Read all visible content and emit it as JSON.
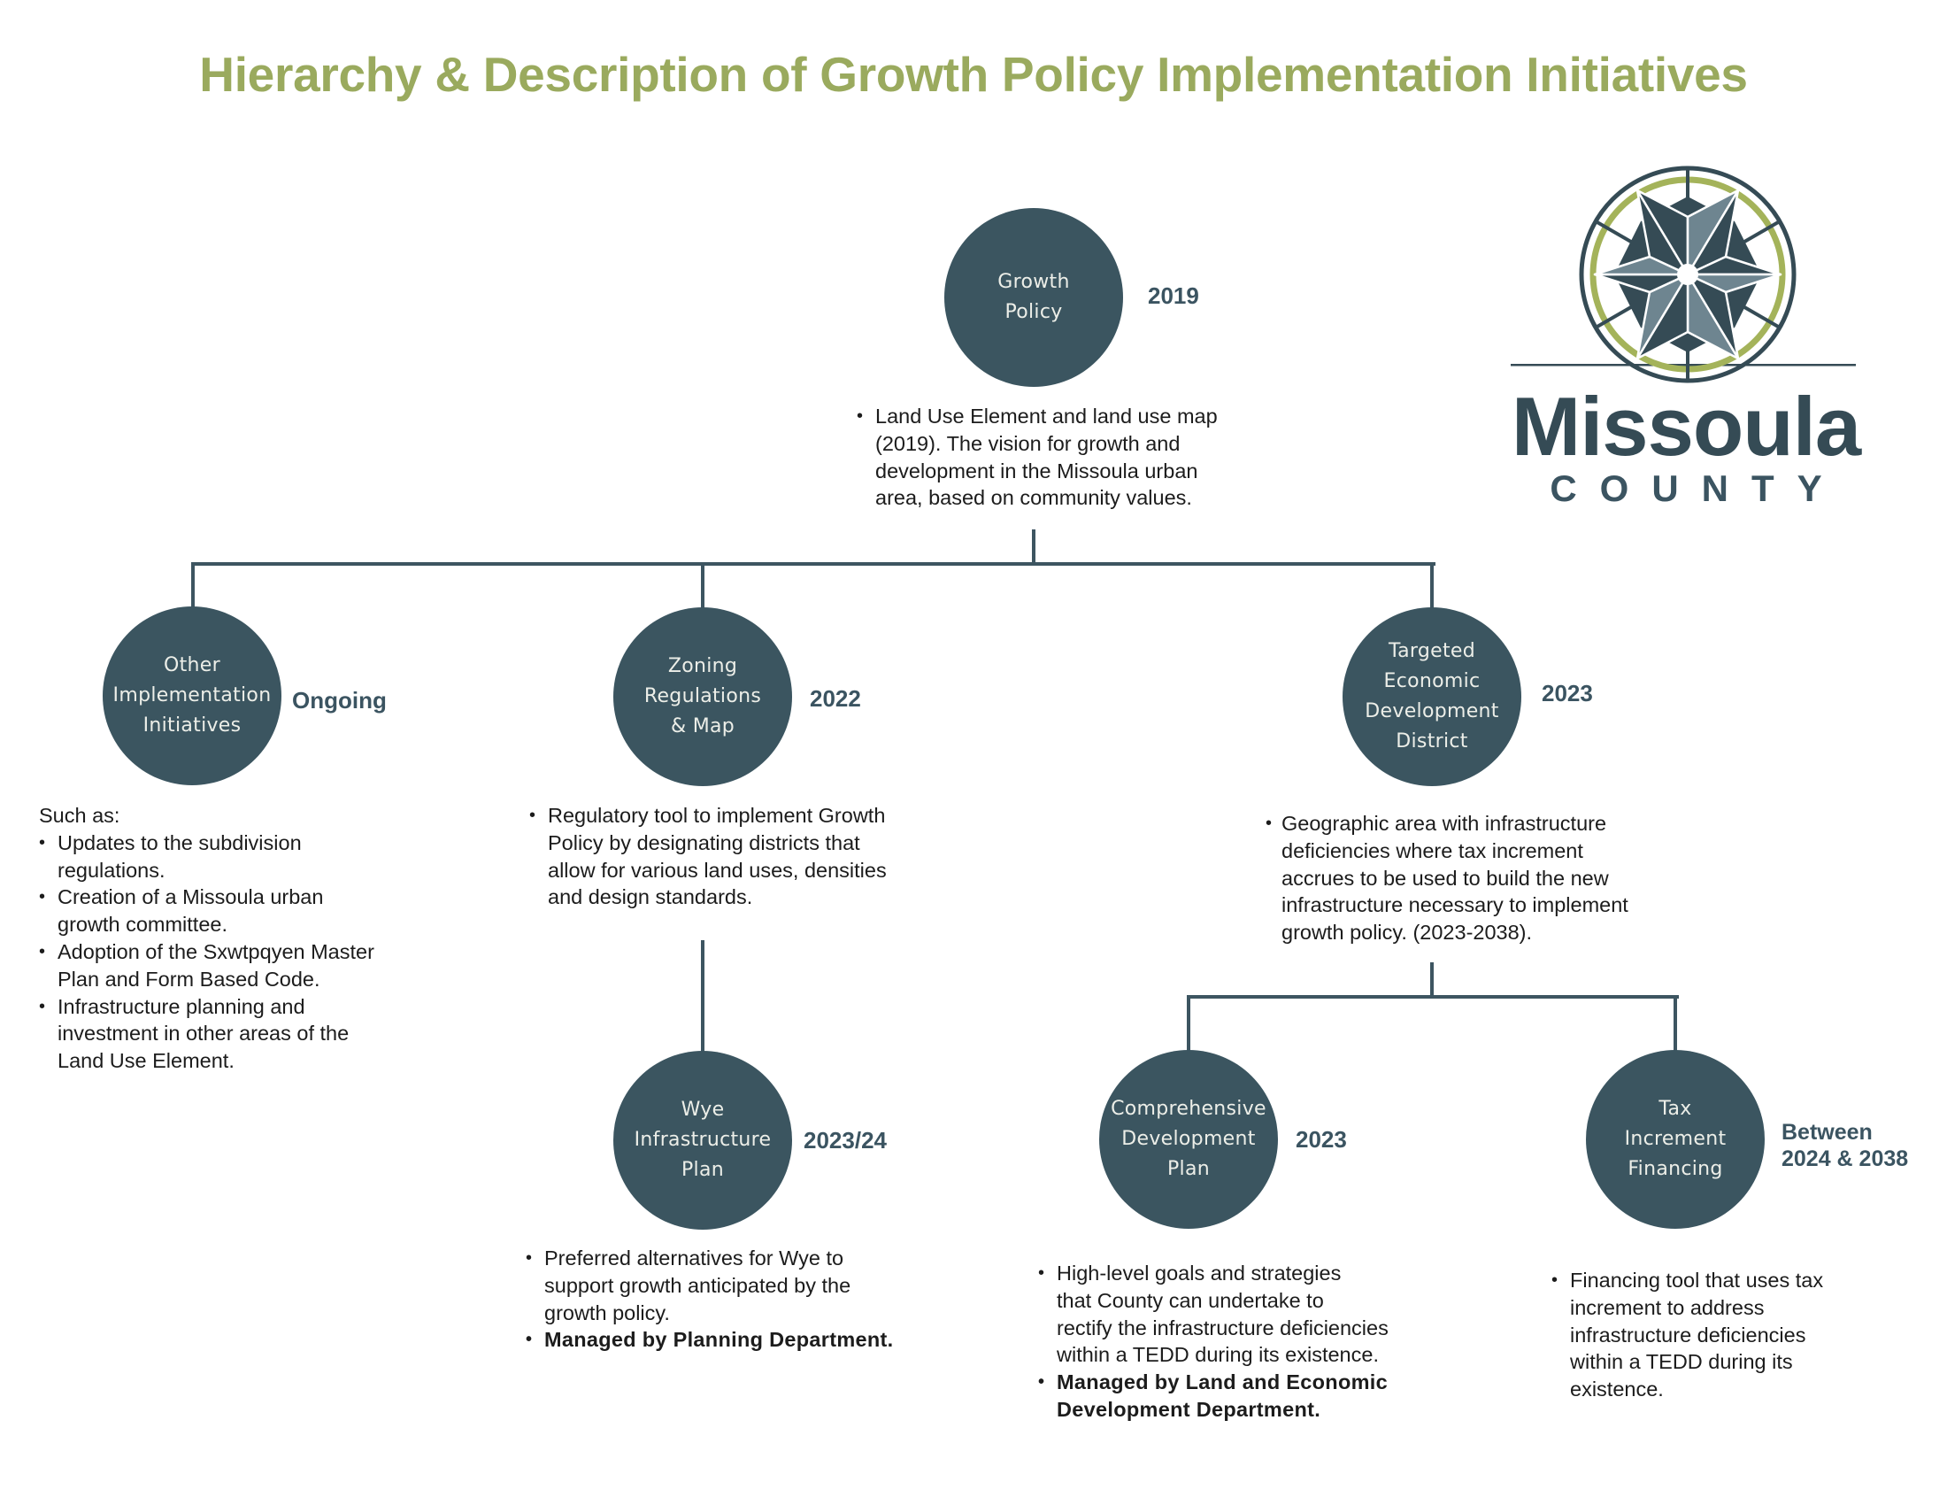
{
  "title": "Hierarchy & Description of Growth Policy Implementation Initiatives",
  "colors": {
    "title": "#9aaa5e",
    "node_fill": "#3b5560",
    "node_text": "#eceee8",
    "connector": "#3d5561",
    "year_text": "#3b5461",
    "logo_green": "#a4b35a",
    "logo_dark": "#354b55",
    "logo_light": "#6e8590"
  },
  "logo": {
    "icon": "compass-star-icon",
    "name": "Missoula",
    "subtitle": "COUNTY"
  },
  "nodes": {
    "growth_policy": {
      "label_lines": [
        "Growth",
        "Policy"
      ],
      "year": "2019",
      "intro": "",
      "bullets": [
        {
          "text": "Land Use Element and land use map\n(2019). The vision for growth and\ndevelopment in the Missoula urban\narea, based on community values.",
          "bold": false
        }
      ]
    },
    "other_initiatives": {
      "label_lines": [
        "Other",
        "Implementation",
        "Initiatives"
      ],
      "year": "Ongoing",
      "intro": "Such as:",
      "bullets": [
        {
          "text": "Updates to the subdivision\nregulations.",
          "bold": false
        },
        {
          "text": "Creation of a Missoula urban\ngrowth committee.",
          "bold": false
        },
        {
          "text": "Adoption of the Sxwtpqyen Master\nPlan and Form Based Code.",
          "bold": false
        },
        {
          "text": "Infrastructure planning and\ninvestment in other areas of the\nLand Use Element.",
          "bold": false
        }
      ]
    },
    "zoning": {
      "label_lines": [
        "Zoning",
        "Regulations",
        "& Map"
      ],
      "year": "2022",
      "intro": "",
      "bullets": [
        {
          "text": "Regulatory tool to implement Growth\nPolicy by designating districts that\nallow for various land uses, densities\nand design standards.",
          "bold": false
        }
      ]
    },
    "wye": {
      "label_lines": [
        "Wye",
        "Infrastructure",
        "Plan"
      ],
      "year": "2023/24",
      "intro": "",
      "bullets": [
        {
          "text": "Preferred alternatives for Wye to\nsupport growth anticipated by the\ngrowth policy.",
          "bold": false
        },
        {
          "text": "Managed by Planning Department.",
          "bold": true
        }
      ]
    },
    "tedd": {
      "label_lines": [
        "Targeted",
        "Economic",
        "Development",
        "District"
      ],
      "year": "2023",
      "intro": "",
      "bullets": [
        {
          "text": "Geographic area with infrastructure\ndeficiencies where tax increment\naccrues to be used to build the new\ninfrastructure necessary to implement\ngrowth policy. (2023-2038).",
          "bold": false
        }
      ]
    },
    "cdp": {
      "label_lines": [
        "Comprehensive",
        "Development",
        "Plan"
      ],
      "year": "2023",
      "intro": "",
      "bullets": [
        {
          "text": "High-level goals and strategies\nthat County can undertake to\nrectify the infrastructure deficiencies\nwithin a TEDD during its existence.",
          "bold": false
        },
        {
          "text": "Managed by Land and Economic\nDevelopment Department.",
          "bold": true
        }
      ]
    },
    "tif": {
      "label_lines": [
        "Tax",
        "Increment",
        "Financing"
      ],
      "year_lines": [
        "Between",
        "2024 & 2038"
      ],
      "intro": "",
      "bullets": [
        {
          "text": "Financing tool that uses tax\nincrement to address\ninfrastructure deficiencies\nwithin a TEDD during its\nexistence.",
          "bold": false
        }
      ]
    }
  }
}
